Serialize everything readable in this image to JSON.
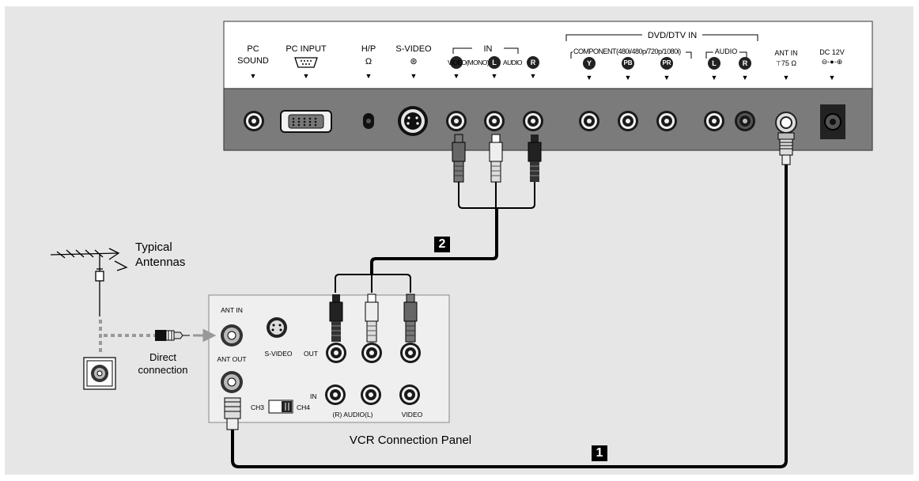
{
  "tv_panel": {
    "pc_sound": [
      "PC",
      "SOUND"
    ],
    "pc_input": "PC INPUT",
    "hp": "H/P",
    "s_video": "S-VIDEO",
    "in_label": "IN",
    "video_mono": "VIDEO(MONO)",
    "audio": "AUDIO",
    "jack_l": "L",
    "jack_r": "R",
    "dvd_dtv_in": "DVD/DTV IN",
    "component": "COMPONENT(480i/480p/720p/1080i)",
    "jack_y": "Y",
    "jack_pb": "PB",
    "jack_pr": "PR",
    "audio2": "AUDIO",
    "ant_in": "ANT IN",
    "ohm": "75 Ω",
    "dc": "DC 12V",
    "polarity": "⊖-●-⊕",
    "arrow": "▼"
  },
  "vcr_panel": {
    "ant_in": "ANT IN",
    "s_video": "S-VIDEO",
    "out": "OUT",
    "ant_out": "ANT OUT",
    "in": "IN",
    "ch3": "CH3",
    "ch4": "CH4",
    "audio_rl": "(R) AUDIO(L)",
    "video": "VIDEO",
    "caption": "VCR Connection Panel"
  },
  "antenna": {
    "typical": [
      "Typical",
      "Antennas"
    ],
    "direct": [
      "Direct",
      "connection"
    ]
  },
  "badges": {
    "one": "1",
    "two": "2"
  },
  "colors": {
    "background": "#e6e6e6",
    "panel": "#7a7a7a",
    "cable": "#000000"
  }
}
